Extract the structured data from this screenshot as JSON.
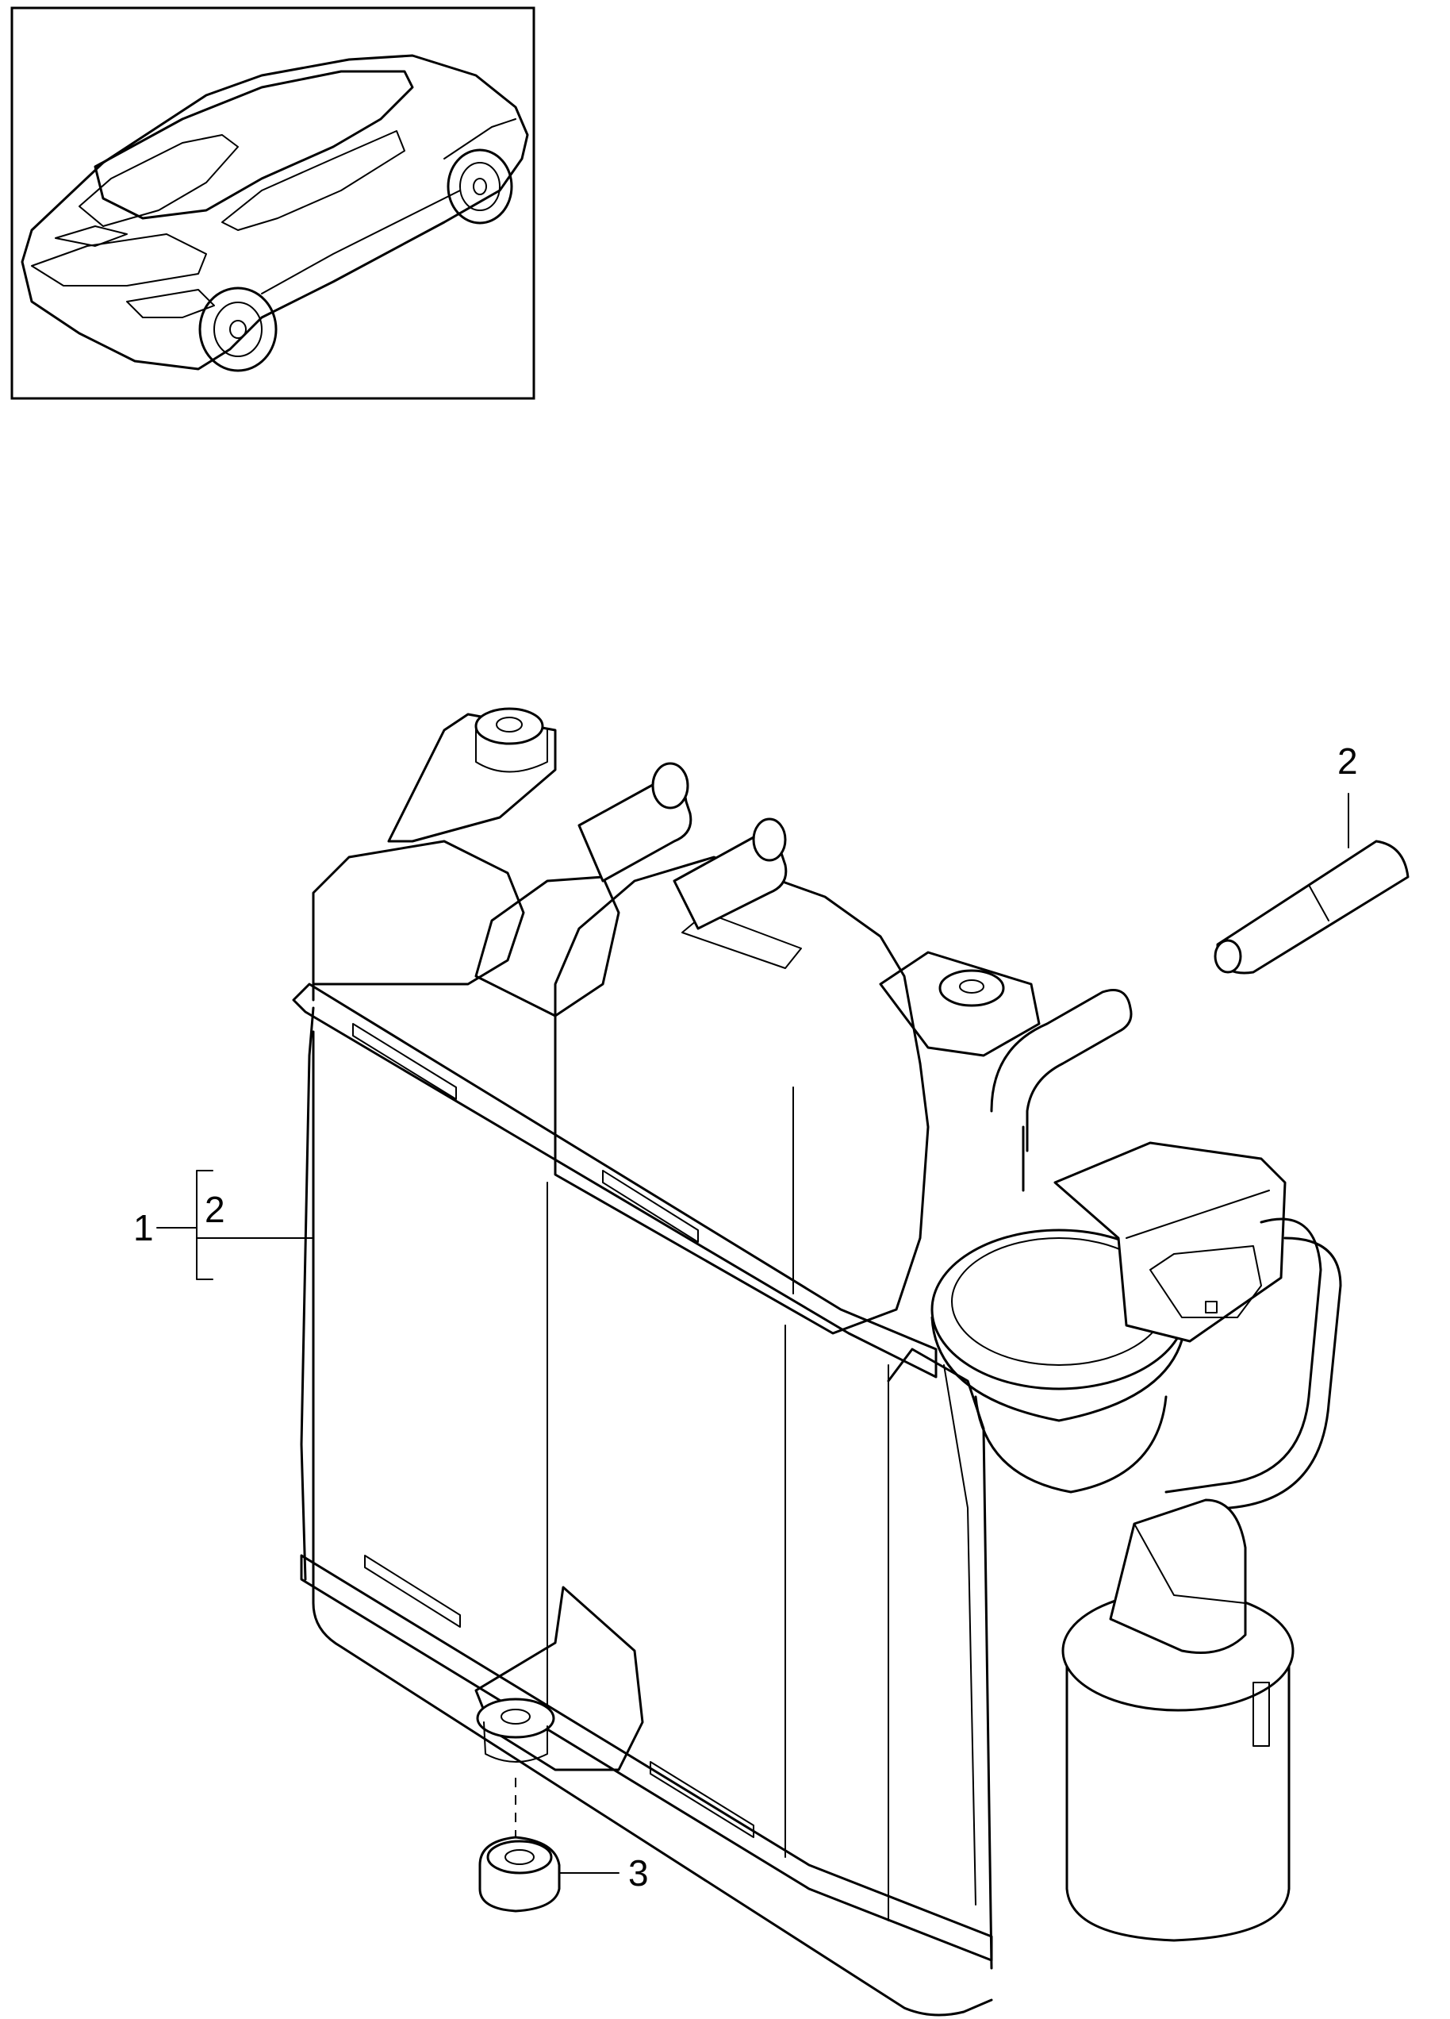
{
  "diagram": {
    "callouts": {
      "item_1": "1",
      "item_1_sub": "2",
      "item_2": "2",
      "item_3": "3"
    },
    "parts": {
      "main_assembly": "activated-charcoal-canister",
      "item_2_part": "hose-sleeve",
      "item_3_part": "nut"
    },
    "line_color": "#000000",
    "background": "#ffffff"
  }
}
